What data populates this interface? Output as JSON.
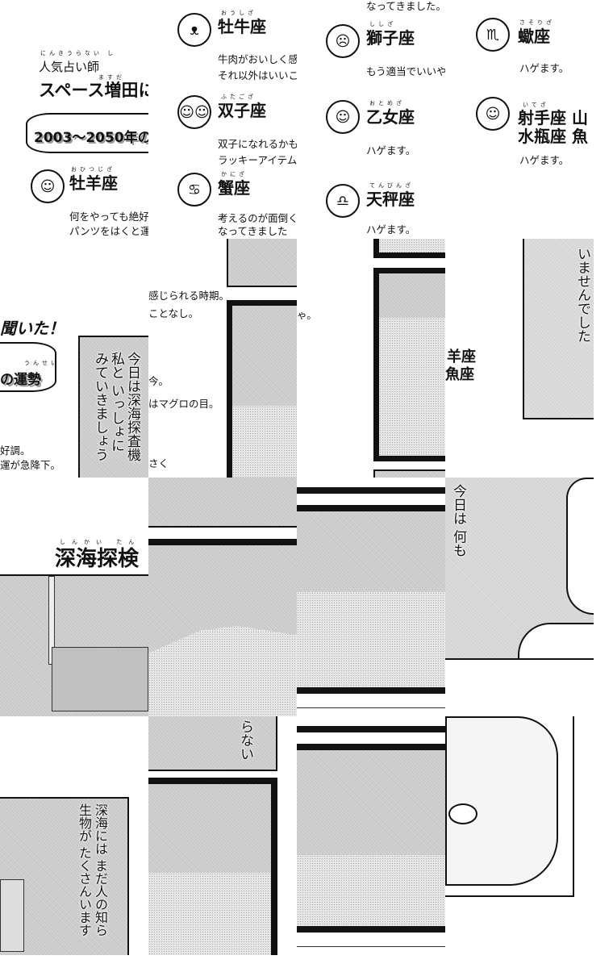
{
  "horoscope": {
    "intro_ruby": "にんきうらない し",
    "intro": "人気占い師",
    "title_ruby": "ますだ",
    "title": "スペース増田に聞",
    "title_end": "聞いた！",
    "period": "2003〜2050年の",
    "period_end": "の運勢",
    "period_ruby": "うんせい",
    "signs": [
      {
        "ruby": "おひつじざ",
        "name": "牡羊座",
        "icon": "ram-face-icon",
        "lines": [
          "何をやっても絶好",
          "パンツをはくと運"
        ]
      },
      {
        "ruby": "おうしざ",
        "name": "牡牛座",
        "icon": "cow-face-icon",
        "lines": [
          "牛肉がおいしく感",
          "それ以外はいいこ"
        ]
      },
      {
        "ruby": "ふたござ",
        "name": "双子座",
        "icon": "twins-icon",
        "lines": [
          "双子になれるかも",
          "ラッキーアイテム"
        ]
      },
      {
        "ruby": "かにざ",
        "name": "蟹座",
        "icon": "crab-icon",
        "lines": [
          "考えるのが面倒く",
          "なってきました"
        ]
      },
      {
        "ruby": "ししざ",
        "name": "獅子座",
        "icon": "lion-face-icon",
        "lines": [
          "もう適当でいいや"
        ]
      },
      {
        "ruby": "おとめざ",
        "name": "乙女座",
        "icon": "girl-face-icon",
        "lines": [
          "ハゲます。"
        ]
      },
      {
        "ruby": "てんびんざ",
        "name": "天秤座",
        "icon": "scales-icon",
        "lines": [
          "ハゲます。"
        ]
      },
      {
        "ruby": "さそりざ",
        "name": "蠍座",
        "icon": "scorpion-icon",
        "lines": [
          "ハゲます。"
        ]
      },
      {
        "ruby": "いてざ",
        "name": "射手座 山",
        "name2": "水瓶座 魚",
        "icon": "smiley-icon",
        "lines": [
          "ハゲます。"
        ]
      }
    ],
    "fragments": {
      "top_cut": "なってきました。",
      "f1": "感じられる時期。",
      "f2": "ことなし。",
      "f3": "今。",
      "f4": "はマグロの目。",
      "f5": "さく",
      "f6": "ゃ。",
      "f7": "羊座",
      "f8": "魚座",
      "f9": "好調。",
      "f10": "運が急降下。"
    }
  },
  "manga": {
    "chapter_ruby": "しんかい たん けん",
    "chapter_title": "深海探検",
    "bubble1": [
      "今日は深海探査機",
      "私と いっしょに",
      "みていきましょう"
    ],
    "bubble2": "いませんでした",
    "bubble3": "今日は 何も",
    "bubble4": [
      "深海には まだ人の知ら",
      "生物が たくさんいます"
    ],
    "bubble5": "らない"
  }
}
